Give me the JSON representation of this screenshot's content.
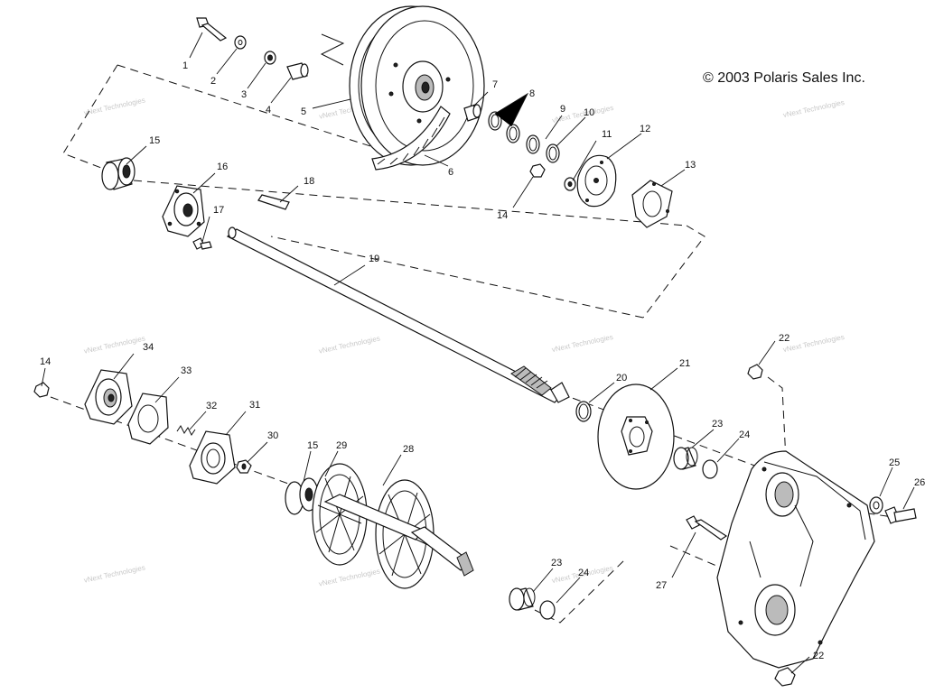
{
  "copyright": "© 2003 Polaris Sales Inc.",
  "watermark": "vNext Technologies",
  "callouts": [
    {
      "id": "c1",
      "label": "1"
    },
    {
      "id": "c2",
      "label": "2"
    },
    {
      "id": "c3",
      "label": "3"
    },
    {
      "id": "c4",
      "label": "4"
    },
    {
      "id": "c5",
      "label": "5"
    },
    {
      "id": "c6",
      "label": "6"
    },
    {
      "id": "c7",
      "label": "7"
    },
    {
      "id": "c8",
      "label": "8"
    },
    {
      "id": "c9",
      "label": "9"
    },
    {
      "id": "c10",
      "label": "10"
    },
    {
      "id": "c11",
      "label": "11"
    },
    {
      "id": "c12",
      "label": "12"
    },
    {
      "id": "c13",
      "label": "13"
    },
    {
      "id": "c14a",
      "label": "14"
    },
    {
      "id": "c15a",
      "label": "15"
    },
    {
      "id": "c16",
      "label": "16"
    },
    {
      "id": "c17",
      "label": "17"
    },
    {
      "id": "c18",
      "label": "18"
    },
    {
      "id": "c19",
      "label": "19"
    },
    {
      "id": "c14b",
      "label": "14"
    },
    {
      "id": "c34",
      "label": "34"
    },
    {
      "id": "c33",
      "label": "33"
    },
    {
      "id": "c32",
      "label": "32"
    },
    {
      "id": "c31",
      "label": "31"
    },
    {
      "id": "c30",
      "label": "30"
    },
    {
      "id": "c15b",
      "label": "15"
    },
    {
      "id": "c29",
      "label": "29"
    },
    {
      "id": "c28",
      "label": "28"
    },
    {
      "id": "c20",
      "label": "20"
    },
    {
      "id": "c21",
      "label": "21"
    },
    {
      "id": "c22a",
      "label": "22"
    },
    {
      "id": "c23a",
      "label": "23"
    },
    {
      "id": "c24a",
      "label": "24"
    },
    {
      "id": "c25",
      "label": "25"
    },
    {
      "id": "c26",
      "label": "26"
    },
    {
      "id": "c27",
      "label": "27"
    },
    {
      "id": "c23b",
      "label": "23"
    },
    {
      "id": "c24b",
      "label": "24"
    },
    {
      "id": "c22b",
      "label": "22"
    }
  ]
}
